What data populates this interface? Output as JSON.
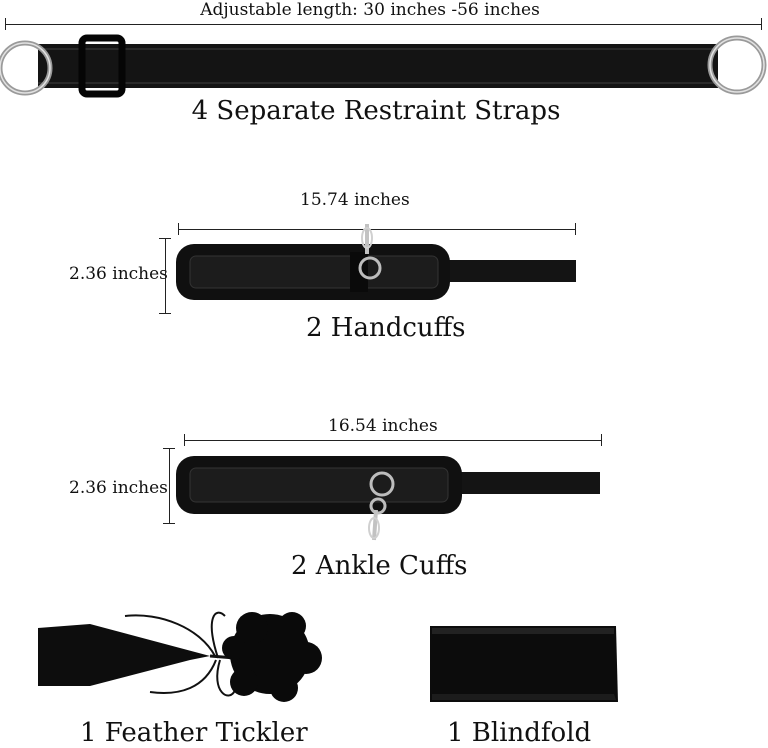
{
  "strap": {
    "length_label": "Adjustable length: 30 inches -56 inches",
    "caption": "4 Separate Restraint Straps"
  },
  "handcuffs": {
    "width_label": "15.74 inches",
    "height_label": "2.36 inches",
    "caption": "2 Handcuffs"
  },
  "ankle_cuffs": {
    "width_label": "16.54 inches",
    "height_label": "2.36 inches",
    "caption": "2 Ankle Cuffs"
  },
  "tickler": {
    "caption": "1 Feather Tickler"
  },
  "blindfold": {
    "caption": "1 Blindfold"
  },
  "colors": {
    "strap": "#111111",
    "metal": "#b8b8b8",
    "background": "#ffffff"
  }
}
